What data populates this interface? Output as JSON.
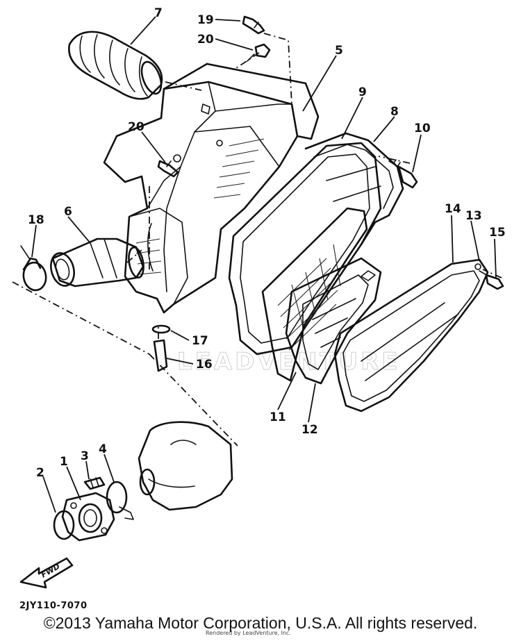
{
  "diagram": {
    "callouts": [
      "1",
      "2",
      "3",
      "4",
      "5",
      "6",
      "7",
      "8",
      "9",
      "10",
      "11",
      "12",
      "13",
      "14",
      "15",
      "16",
      "17",
      "18",
      "19",
      "20",
      "20"
    ],
    "diagram_code": "2JY110-7070",
    "direction_label": "FWD",
    "watermark": "LEADVENTURE"
  },
  "footer": {
    "copyright": "©2013 Yamaha Motor Corporation, U.S.A. All rights reserved.",
    "rendered_by": "Rendered by LeadVenture, Inc."
  }
}
